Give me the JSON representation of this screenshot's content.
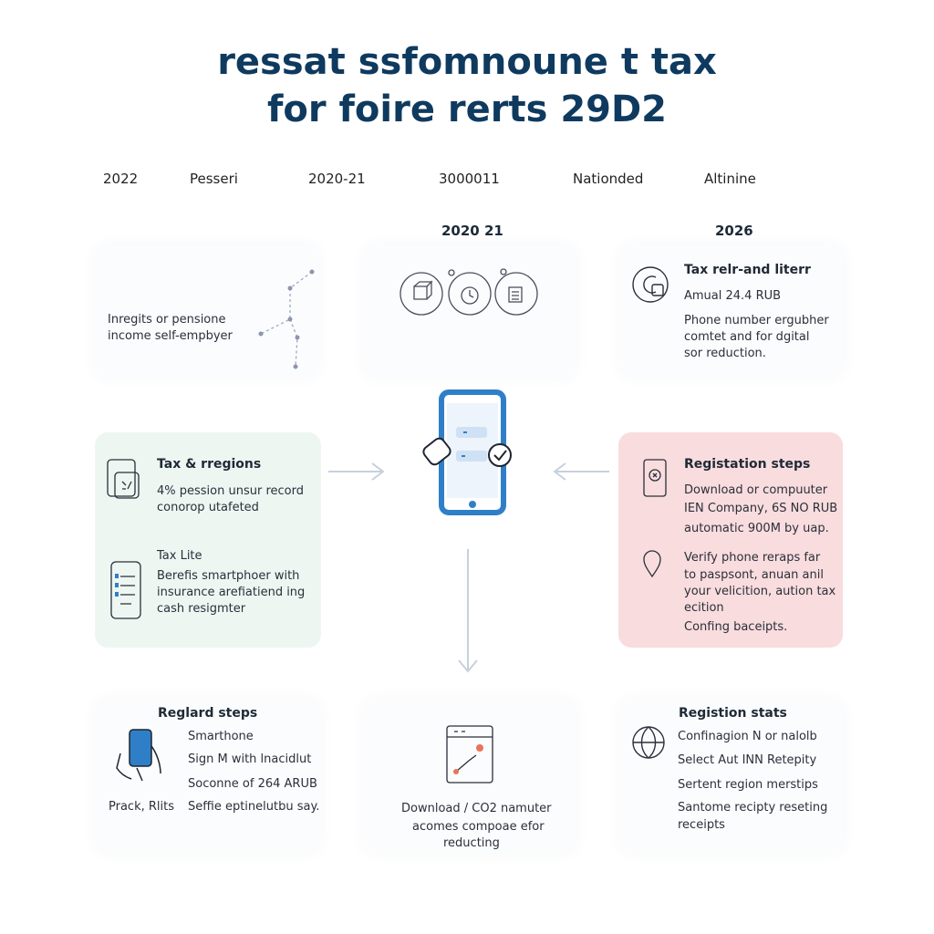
{
  "title": {
    "line1": "ressat ssfomnoune t tax",
    "line2": "for foire rerts 29D2"
  },
  "timeline": [
    "2022",
    "Pesseri",
    "2020-21",
    "3000011",
    "Nationded",
    "Altinine"
  ],
  "column_headers": {
    "middle": "2020 21",
    "right": "2026"
  },
  "top_left": {
    "lines": [
      "Inregits or pensione",
      "income self-empbyer"
    ]
  },
  "top_right": {
    "heading": "Tax relr-and literr",
    "amount": "Amual 24.4 RUB",
    "lines": [
      "Phone number ergubher",
      "comtet and for dgital",
      "sor reduction."
    ]
  },
  "green_card": {
    "heading": "Tax & rregions",
    "lines_a": [
      "4% pession unsur record",
      "conorop utafeted"
    ],
    "sub_heading": "Tax Lite",
    "lines_b": [
      "Berefis smartphoer with",
      "insurance arefiatiend ing",
      "cash resigmter"
    ]
  },
  "pink_card": {
    "heading": "Registation steps",
    "lines_a": [
      "Download or compuuter",
      "IEN Company, 6S NO RUB",
      "automatic 900M by uap."
    ],
    "lines_b": [
      "Verify phone reraps far",
      "to paspsont, anuan anil",
      "your velicition, aution tax",
      "ecition",
      "Confing baceipts."
    ]
  },
  "bottom_left": {
    "heading": "Reglard steps",
    "lines": [
      "Smarthone",
      "Sign M with lnacidlut",
      "Soconne of 264 ARUB",
      "Seffie eptinelutbu say."
    ],
    "side_label": "Prack, Rlits"
  },
  "bottom_middle": {
    "lines": [
      "Download / CO2 namuter",
      "acomes compoae efor",
      "reducting"
    ]
  },
  "bottom_right": {
    "heading": "Registion stats",
    "lines": [
      "Confinagion N or nalolb",
      "Select Aut INN Retepity",
      "Sertent region merstips",
      "Santome recipty reseting",
      "receipts"
    ]
  },
  "colors": {
    "title": "#0f3a5f",
    "phone_accent": "#2f7fc8",
    "green_card": "#eef6f2",
    "pink_card": "#f9dcde",
    "arrow": "#c7d0dc",
    "highlight": "#e8745a"
  }
}
